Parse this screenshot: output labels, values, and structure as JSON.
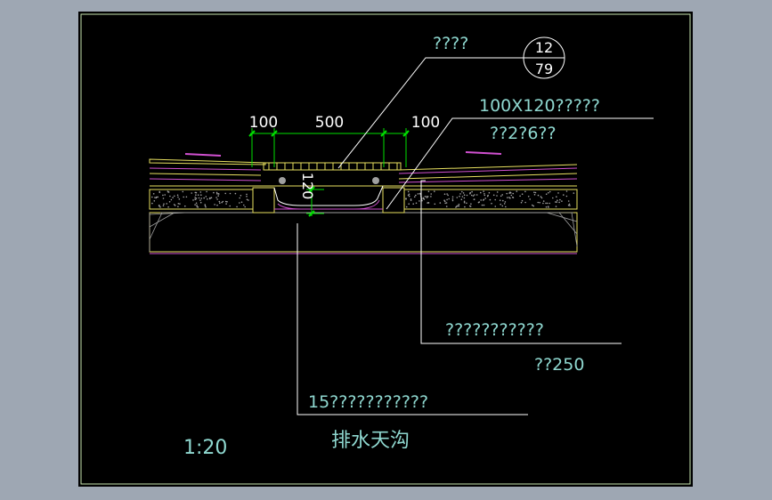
{
  "drawing": {
    "title": "排水天沟",
    "scale": "1:20",
    "callouts": {
      "cover": "????",
      "gutter": "100X120?????",
      "gutter_sub": "??2?6??",
      "base": "???????????",
      "base_sub": "??250",
      "layer": "15???????????"
    },
    "detail_ref": {
      "number": "12",
      "sheet": "79"
    },
    "dimensions": {
      "left": "100",
      "middle": "500",
      "right": "100",
      "depth": "120"
    },
    "colors": {
      "frame": "#c8e6b0",
      "line": "#ffffff",
      "leader": "#ffffff",
      "text": "#8fd8d0",
      "dim": "#00e000",
      "yellow": "#e8e060",
      "magenta": "#d050d0",
      "gray": "#a0a0a0"
    }
  }
}
